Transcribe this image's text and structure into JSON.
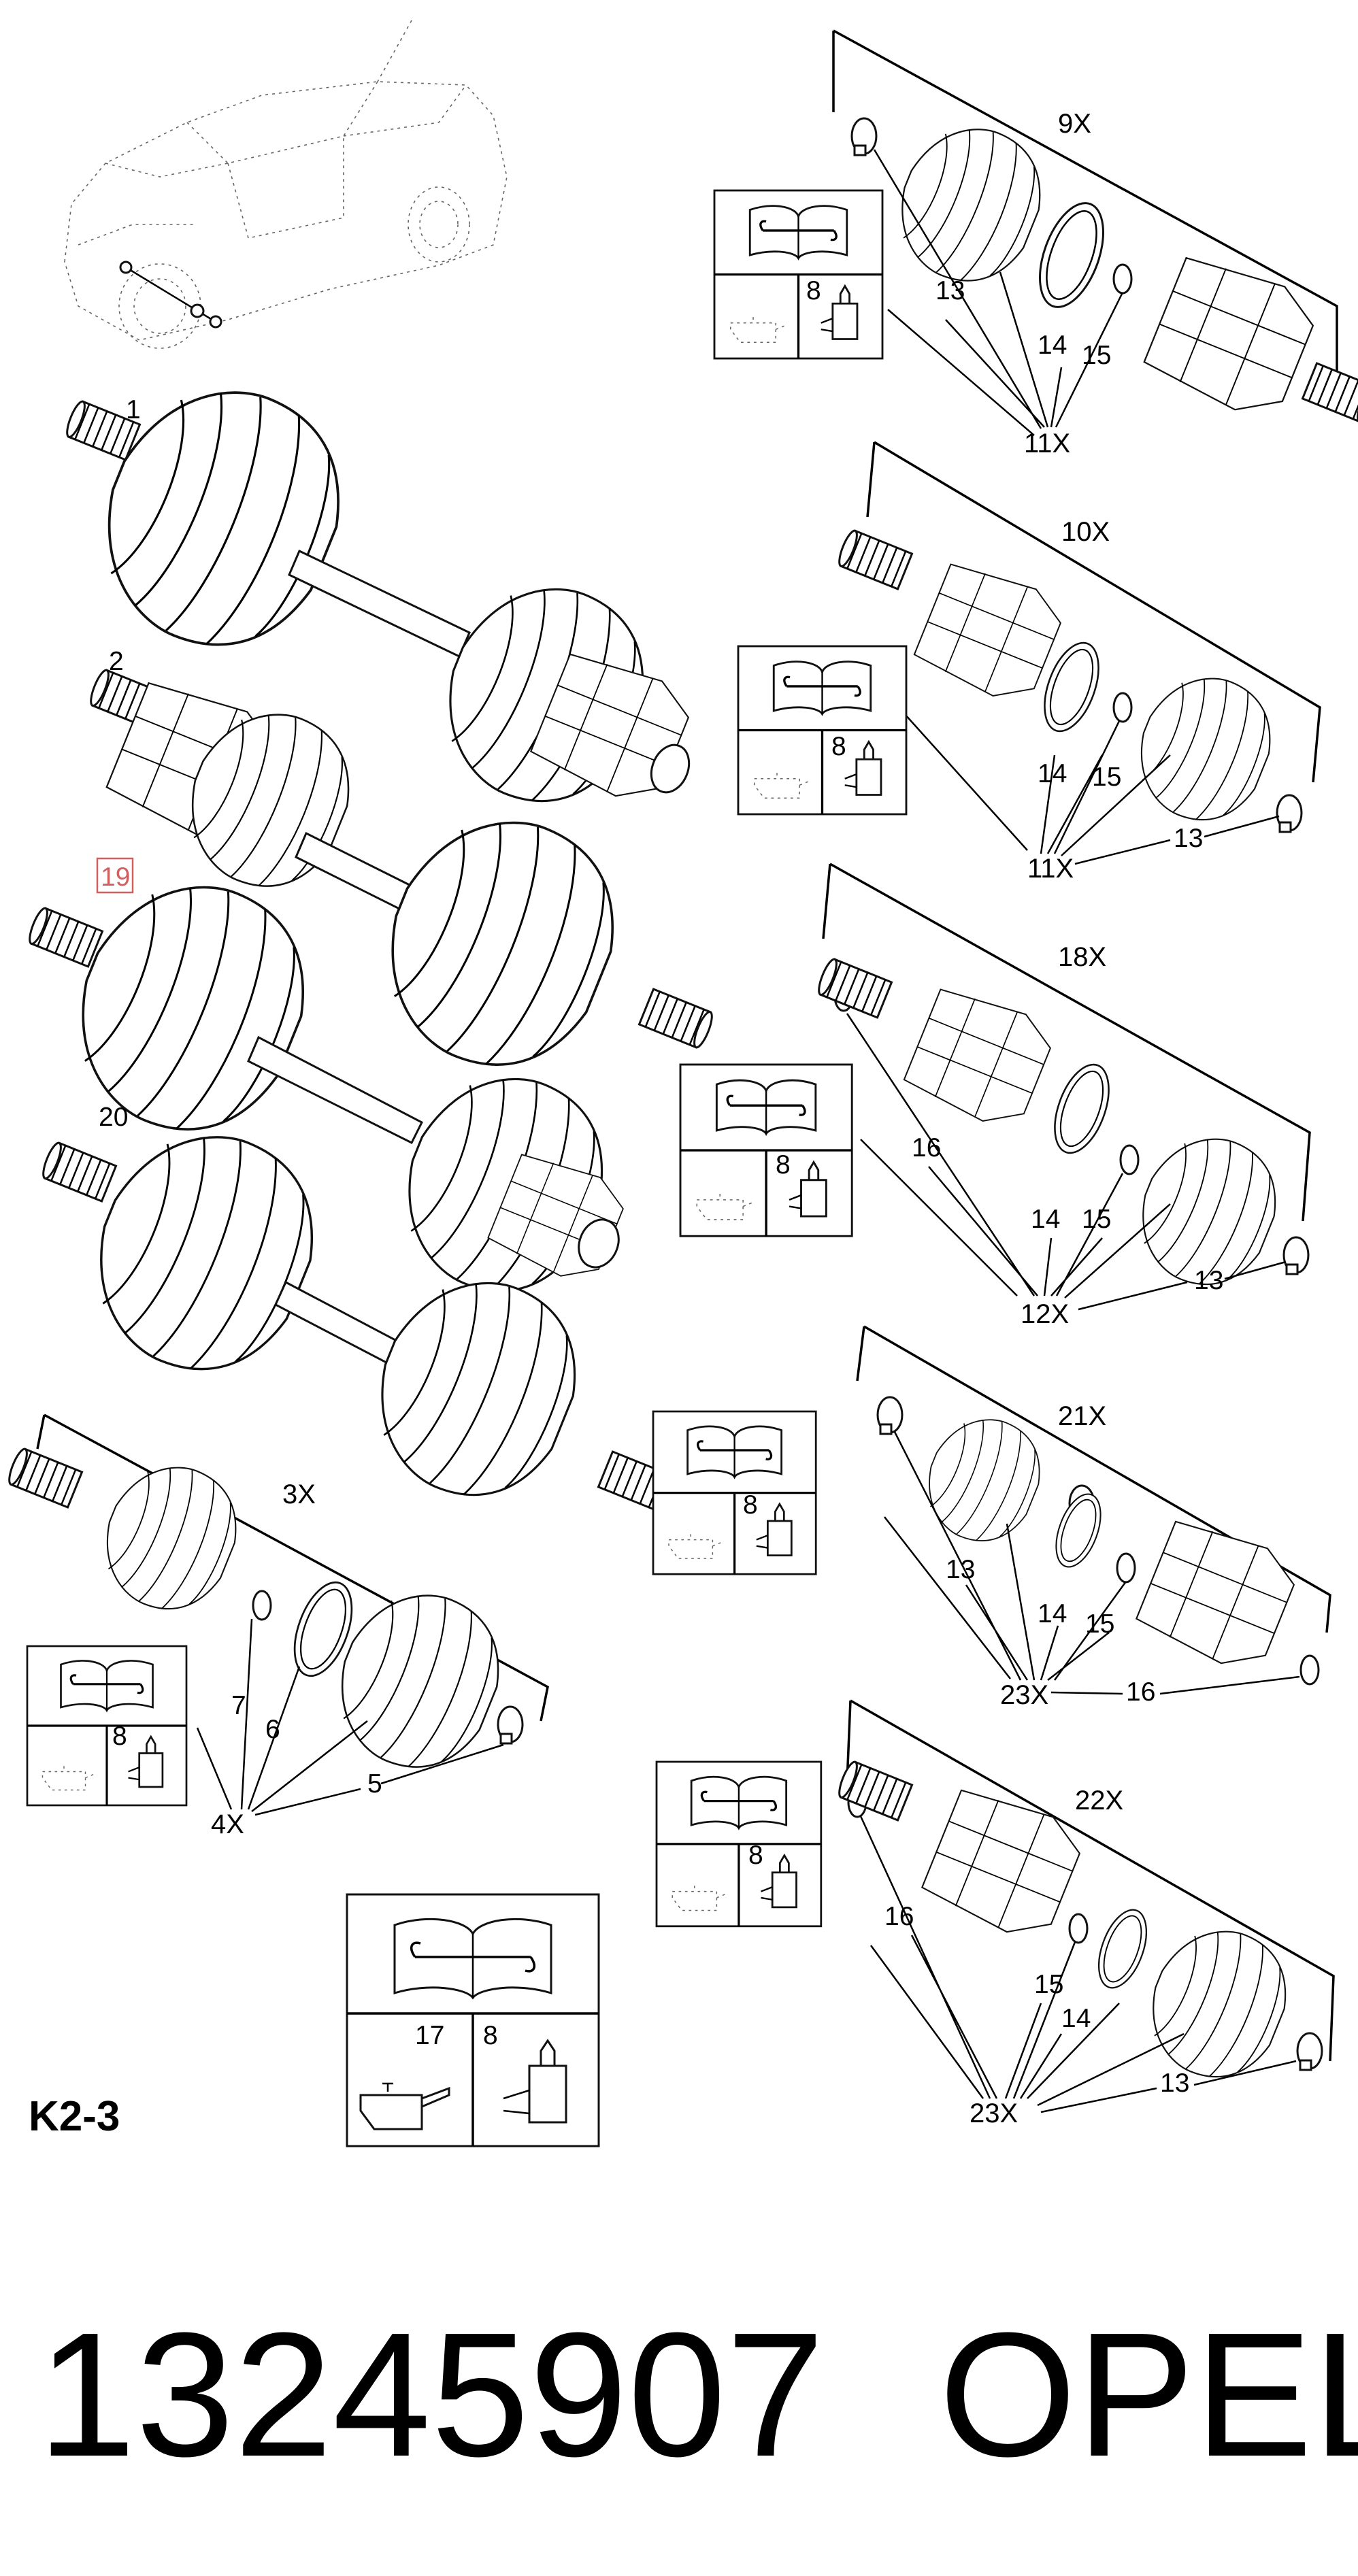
{
  "labels": {
    "l1": "1",
    "l2": "2",
    "l19": "19",
    "l20": "20",
    "l3x": "3X",
    "l4x": "4X",
    "l5": "5",
    "l6": "6",
    "l7": "7",
    "l8": "8",
    "l17": "17",
    "l9x": "9X",
    "l10x": "10X",
    "l11x_a": "11X",
    "l11x_b": "11X",
    "l12x": "12X",
    "l13": "13",
    "l14": "14",
    "l15": "15",
    "l16": "16",
    "l18x": "18X",
    "l21x": "21X",
    "l22x": "22X",
    "l23x_a": "23X",
    "l23x_b": "23X"
  },
  "group_code": "K2-3",
  "part_number": "13245907",
  "brand": "OPEL",
  "colors": {
    "ink": "#000000",
    "highlight_label": "#d06060"
  }
}
